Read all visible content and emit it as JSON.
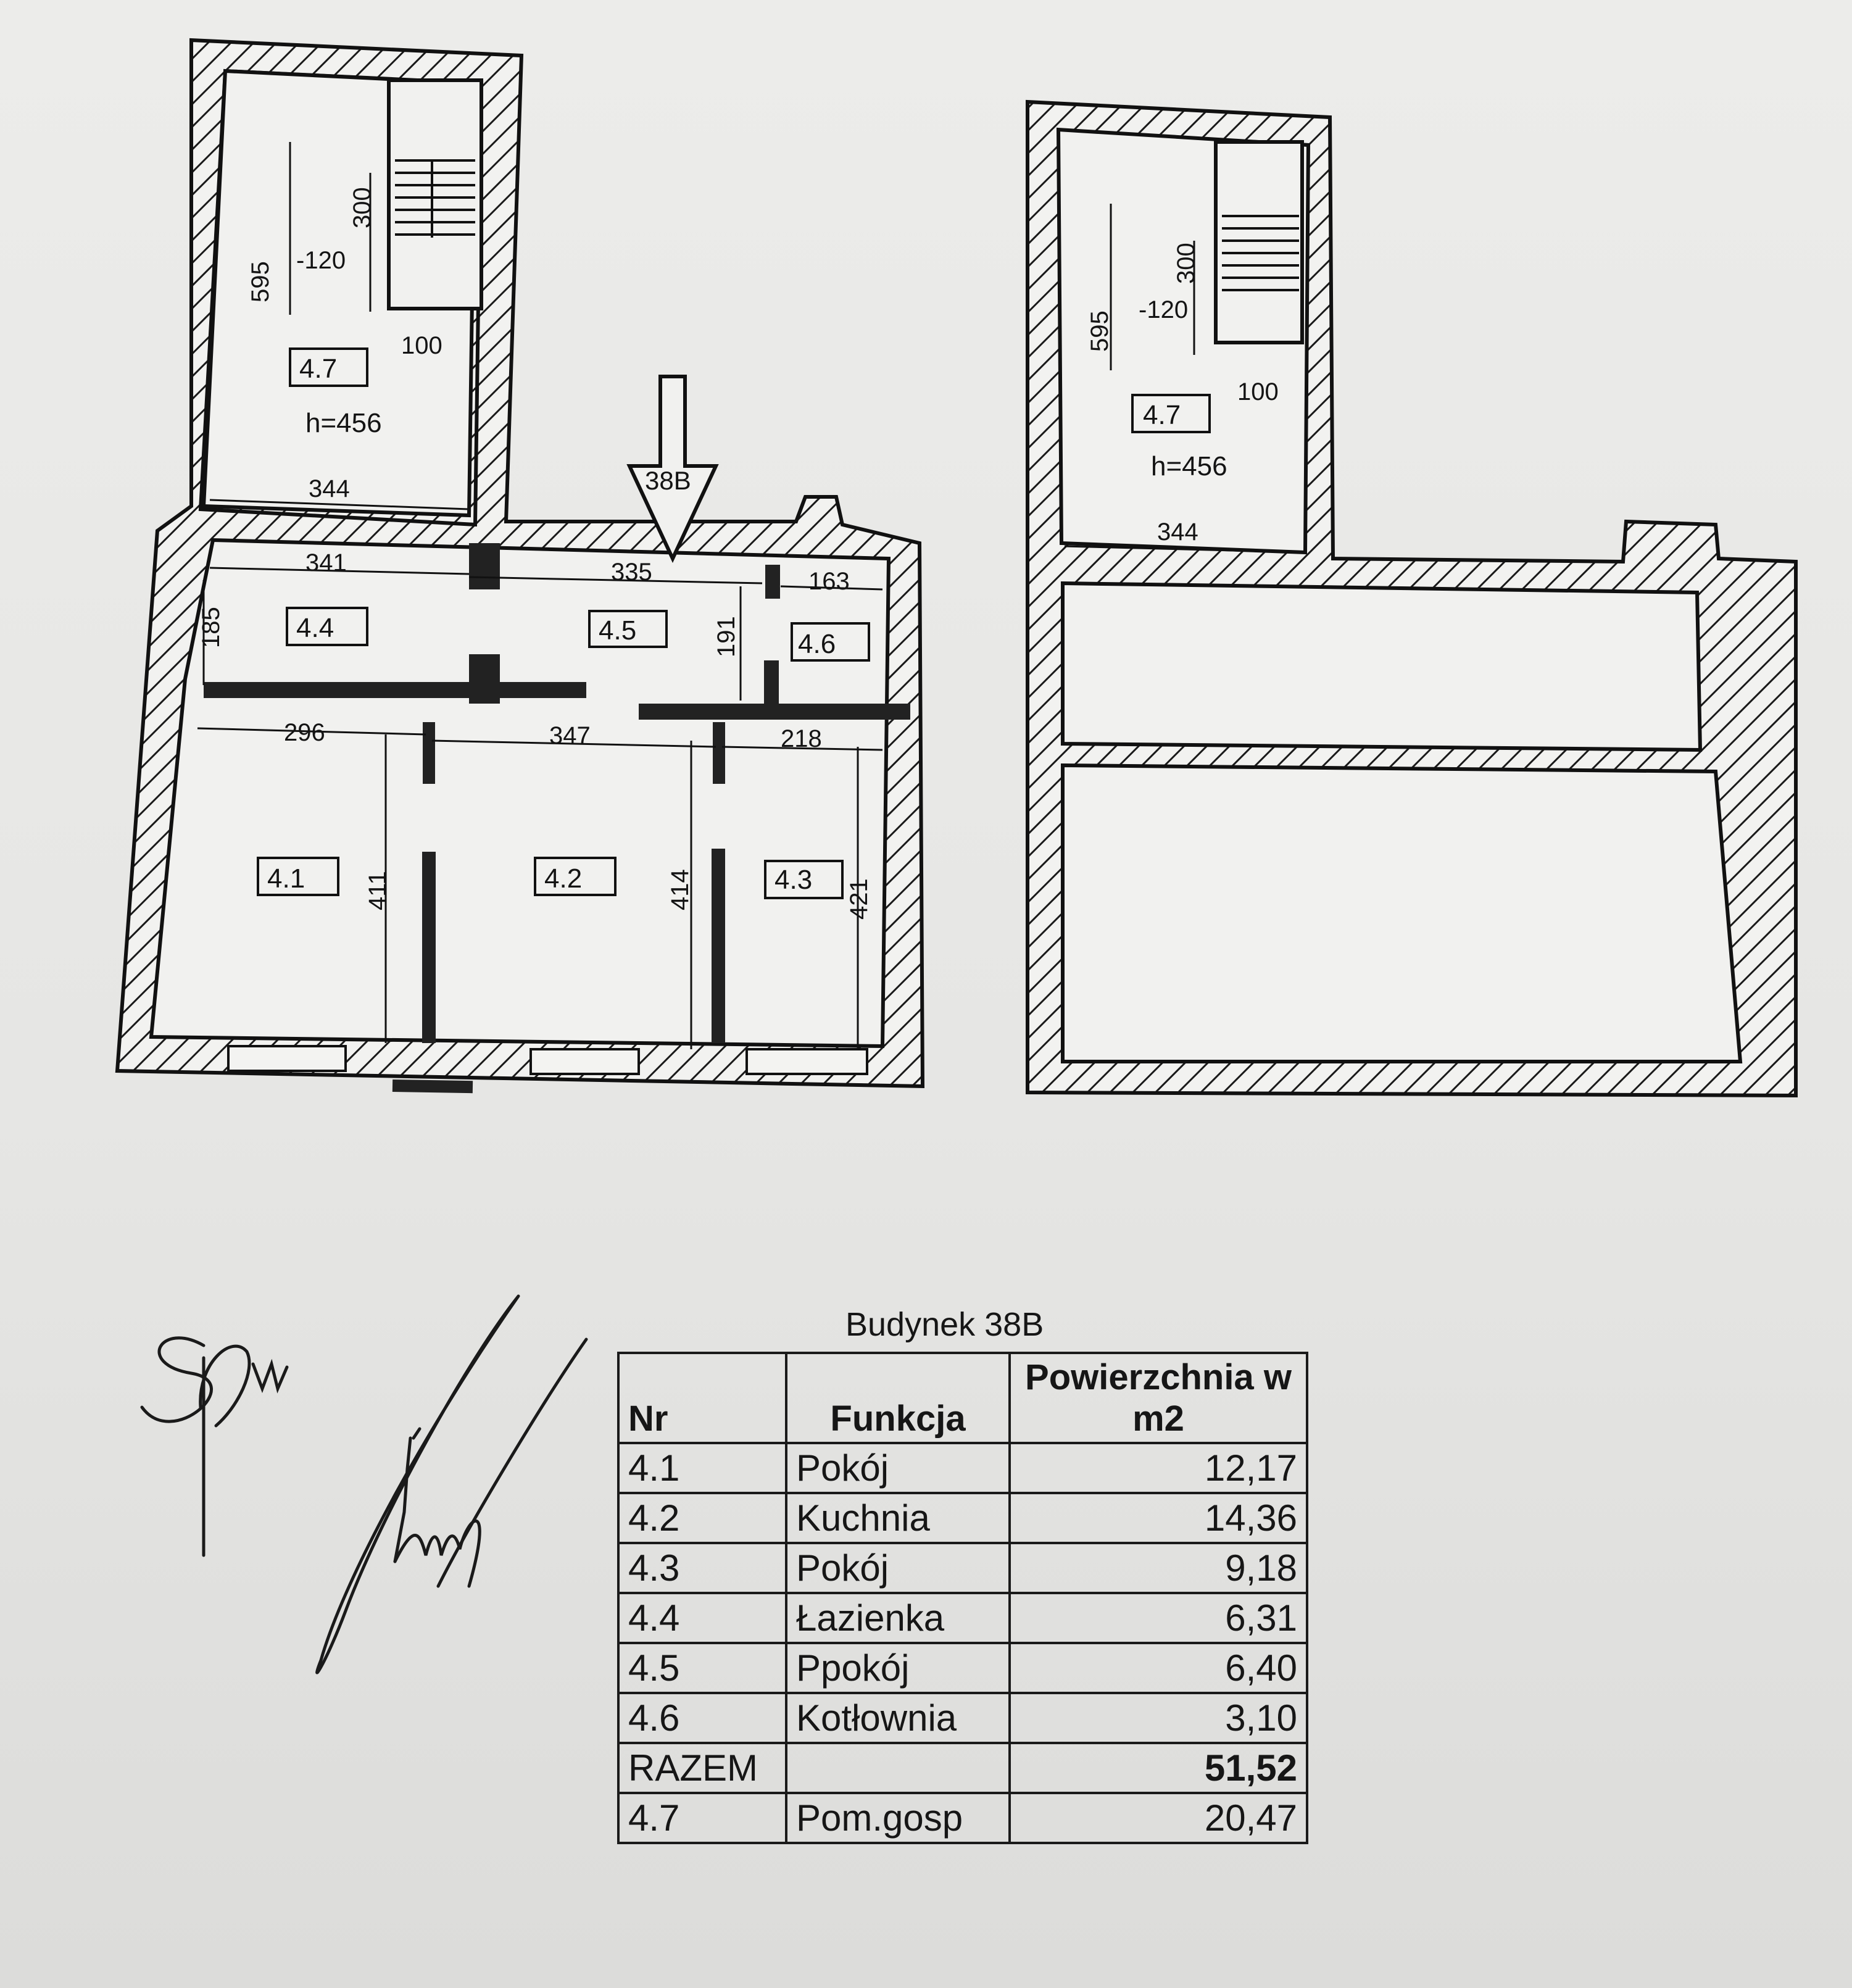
{
  "plan_left": {
    "entrance_label": "38B",
    "rooms": [
      {
        "label": "4.7",
        "height": "h=456"
      },
      {
        "label": "4.4"
      },
      {
        "label": "4.5"
      },
      {
        "label": "4.6"
      },
      {
        "label": "4.1"
      },
      {
        "label": "4.2"
      },
      {
        "label": "4.3"
      }
    ],
    "dims": [
      "595",
      "-120",
      "300",
      "100",
      "344",
      "341",
      "335",
      "163",
      "185",
      "191",
      "296",
      "347",
      "218",
      "411",
      "414",
      "421"
    ]
  },
  "plan_right": {
    "rooms": [
      {
        "label": "4.7",
        "height": "h=456"
      }
    ],
    "dims": [
      "595",
      "-120",
      "300",
      "100",
      "344"
    ]
  },
  "table": {
    "title": "Budynek 38B",
    "headers": [
      "Nr",
      "Funkcja",
      "Powierzchnia w m2"
    ],
    "rows": [
      {
        "nr": "4.1",
        "funkcja": "Pokój",
        "area": "12,17"
      },
      {
        "nr": "4.2",
        "funkcja": "Kuchnia",
        "area": "14,36"
      },
      {
        "nr": "4.3",
        "funkcja": "Pokój",
        "area": "9,18"
      },
      {
        "nr": "4.4",
        "funkcja": "Łazienka",
        "area": "6,31"
      },
      {
        "nr": "4.5",
        "funkcja": "Ppokój",
        "area": "6,40"
      },
      {
        "nr": "4.6",
        "funkcja": "Kotłownia",
        "area": "3,10"
      },
      {
        "nr": "RAZEM",
        "funkcja": "",
        "area": "51,52",
        "total": true
      },
      {
        "nr": "4.7",
        "funkcja": "Pom.gosp",
        "area": "20,47"
      }
    ]
  }
}
